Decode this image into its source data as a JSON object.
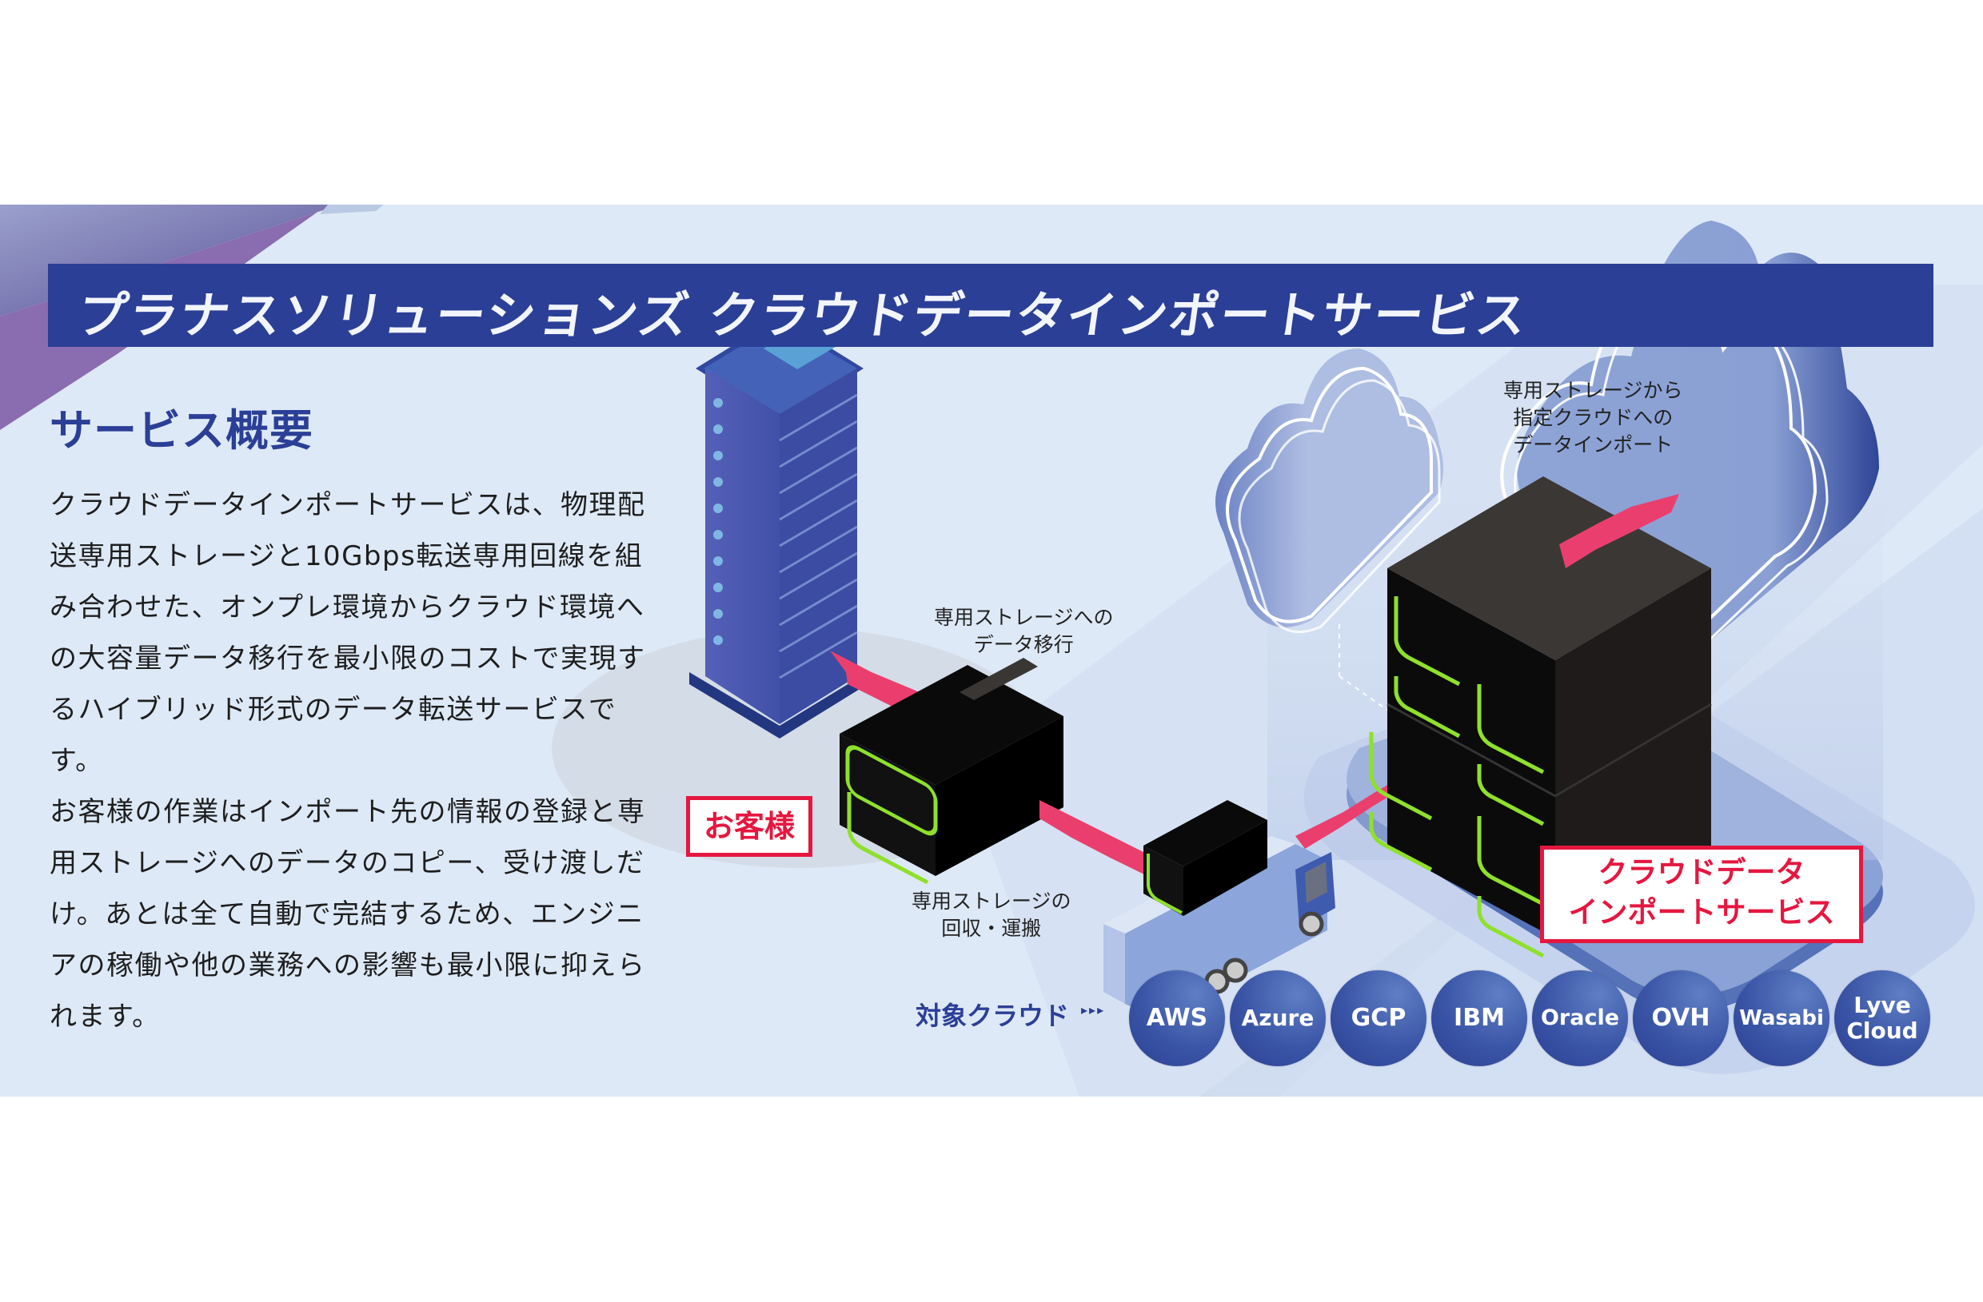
{
  "banner": {
    "title": "プラナスソリューションズ クラウドデータインポートサービス"
  },
  "overview": {
    "heading": "サービス概要",
    "paragraphs": [
      "クラウドデータインポートサービスは、物理配送専用ストレージと10Gbps転送専用回線を組み合わせた、オンプレ環境からクラウド環境への大容量データ移行を最小限のコストで実現するハイブリッド形式のデータ転送サービスです。",
      "お客様の作業はインポート先の情報の登録と専用ストレージへのデータのコピー、受け渡しだけ。あとは全て自動で完結するため、エンジニアの稼働や他の業務への影響も最小限に抑えられます。"
    ]
  },
  "diagram": {
    "customer_label": "お客様",
    "step1_caption": [
      "専用ストレージへの",
      "データ移行"
    ],
    "step2_caption": [
      "専用ストレージの",
      "回収・運搬"
    ],
    "step3_caption": [
      "専用ストレージから",
      "指定クラウドへの",
      "データインポート"
    ],
    "service_label": [
      "クラウドデータ",
      "インポートサービス"
    ]
  },
  "targets": {
    "label": "対象クラウド",
    "arrows": "▸▸▸",
    "clouds": [
      "AWS",
      "Azure",
      "GCP",
      "IBM",
      "Oracle",
      "OVH",
      "Wasabi",
      "Lyve\nCloud"
    ]
  },
  "colors": {
    "panel_bg": "#dee9f7",
    "banner": "#2b3f97",
    "accent_red": "#e5173f",
    "arrow_pink": "#ea3f6e",
    "storage_green": "#8fe02a",
    "corner_purple": "#8a6cb0"
  }
}
